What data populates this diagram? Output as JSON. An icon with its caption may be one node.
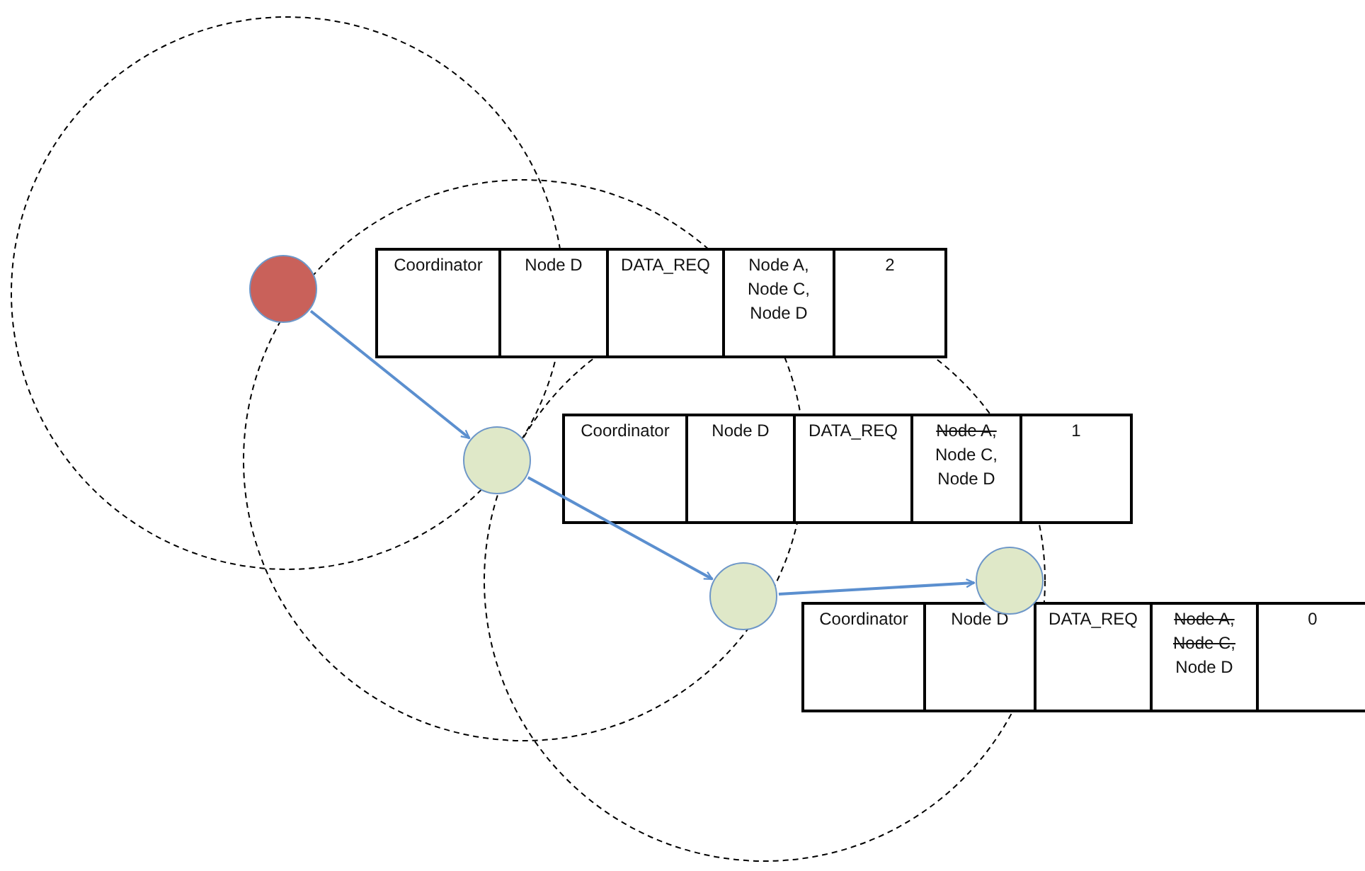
{
  "diagram": {
    "nodes": [
      {
        "text": [],
        "shape": "circle"
      },
      {
        "text": [],
        "shape": "circle"
      },
      {
        "text": [],
        "shape": "circle"
      },
      {
        "text": [],
        "shape": "circle"
      }
    ],
    "edges": [
      {
        "from": 0,
        "to": 1,
        "arrow": "to"
      },
      {
        "from": 1,
        "to": 2,
        "arrow": "to"
      },
      {
        "from": 2,
        "to": 3,
        "arrow": "to"
      }
    ],
    "labels": [
      "Coordinator",
      "Node D",
      "DATA_REQ",
      "Node A,",
      "Node C,",
      "Node D",
      "2",
      "Coordinator",
      "Node D",
      "DATA_REQ",
      "Node A,",
      "Node C,",
      "Node D",
      "1",
      "Coordinator",
      "Node D",
      "DATA_REQ",
      "Node A,",
      "Node C,",
      "Node D",
      "0"
    ]
  }
}
